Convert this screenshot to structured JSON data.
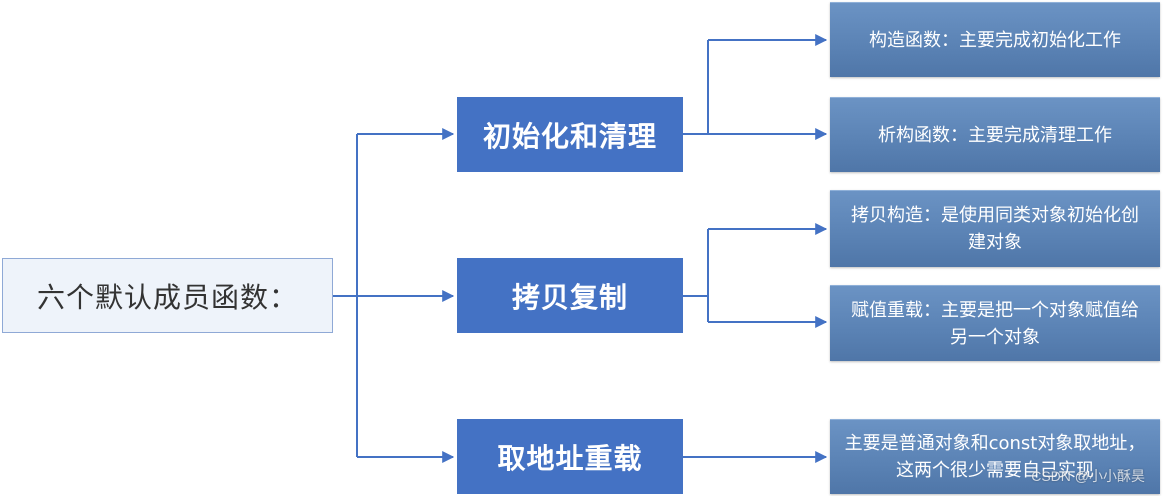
{
  "root": {
    "label": "六个默认成员函数："
  },
  "branches": [
    {
      "label": "初始化和清理",
      "children": [
        "构造函数：主要完成初始化工作",
        "析构函数：主要完成清理工作"
      ]
    },
    {
      "label": "拷贝复制",
      "children": [
        "拷贝构造：是使用同类对象初始化创建对象",
        "赋值重载：主要是把一个对象赋值给另一个对象"
      ]
    },
    {
      "label": "取地址重载",
      "children": [
        "主要是普通对象和const对象取地址，这两个很少需要自己实现"
      ]
    }
  ],
  "watermark": "CSDN @小小酥昊",
  "colors": {
    "root_fill": "#eef3fa",
    "root_border": "#8fa9d6",
    "branch_fill": "#4472c4",
    "leaf_fill": "#5f86b8",
    "connector": "#4472c4"
  }
}
